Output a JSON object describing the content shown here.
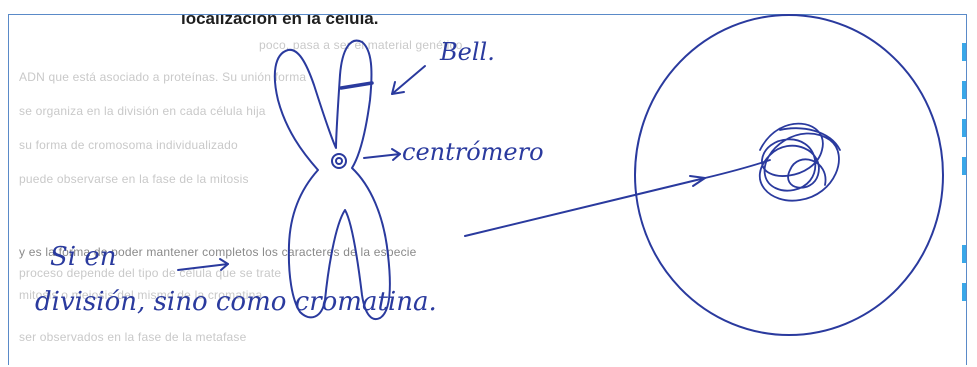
{
  "printed": {
    "heading_fragment": "localización en la célula.",
    "ghost_lines": [
      "poco, pasa a ser el material genético",
      "ADN que está asociado a proteínas. Su unión forma",
      "se organiza en la división en cada célula hija",
      "su forma de cromosoma individualizado",
      "puede observarse en la fase de la mitosis",
      "y es la forma de poder mantener completos los caracteres de la especie",
      "proceso depende del tipo de célula que se trate",
      "mitosis o meiosis del mismo de la cromatina",
      "ser observados en la fase de la metafase"
    ]
  },
  "handwriting": {
    "label_top": "Bell.",
    "label_mid": "centrómero",
    "note_line1": "Si en",
    "note_line2": "división, sino como cromatina."
  },
  "colors": {
    "ink": "#2a3a9e",
    "frame": "#5a8ac8",
    "accent": "#39a7e8"
  }
}
